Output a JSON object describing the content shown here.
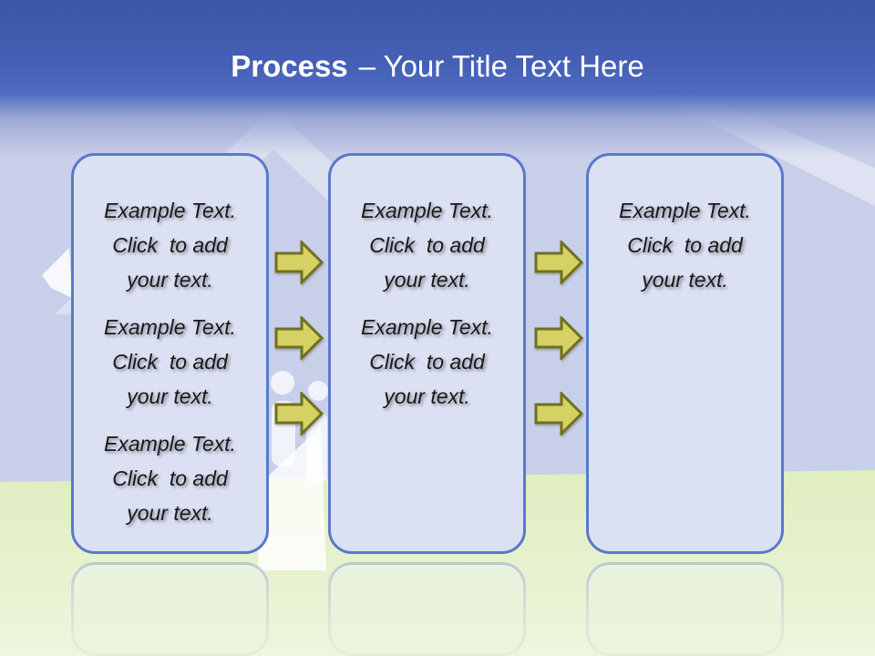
{
  "title": {
    "keyword": "Process",
    "rest": "– Your Title Text Here"
  },
  "boxes": [
    {
      "name": "step-1",
      "paragraphs": [
        "Example Text.\nClick  to add\nyour text.",
        "Example Text.\nClick  to add\nyour text.",
        "Example Text.\nClick  to add\nyour text."
      ]
    },
    {
      "name": "step-2",
      "paragraphs": [
        "Example Text.\nClick  to add\nyour text.",
        "Example Text.\nClick  to add\nyour text."
      ]
    },
    {
      "name": "step-3",
      "paragraphs": [
        "Example Text.\nClick  to add\nyour text."
      ]
    }
  ],
  "arrows": {
    "glyph": "right-block-arrow",
    "count_between_step1_step2": 3,
    "count_between_step2_step3": 3
  },
  "decor": {
    "watermark": "house-and-family-silhouette"
  },
  "colors": {
    "header_blue_top": "#3c55a4",
    "header_blue_bottom": "#4f6bc2",
    "background_periwinkle": "#c8cfe9",
    "ground_green": "#dfedbe",
    "box_fill": "#dbe0f3",
    "box_border": "#5a78cb",
    "arrow_fill": "#d6d164",
    "arrow_border": "#6f7022",
    "title_text": "#ffffff",
    "body_text": "#191919"
  }
}
